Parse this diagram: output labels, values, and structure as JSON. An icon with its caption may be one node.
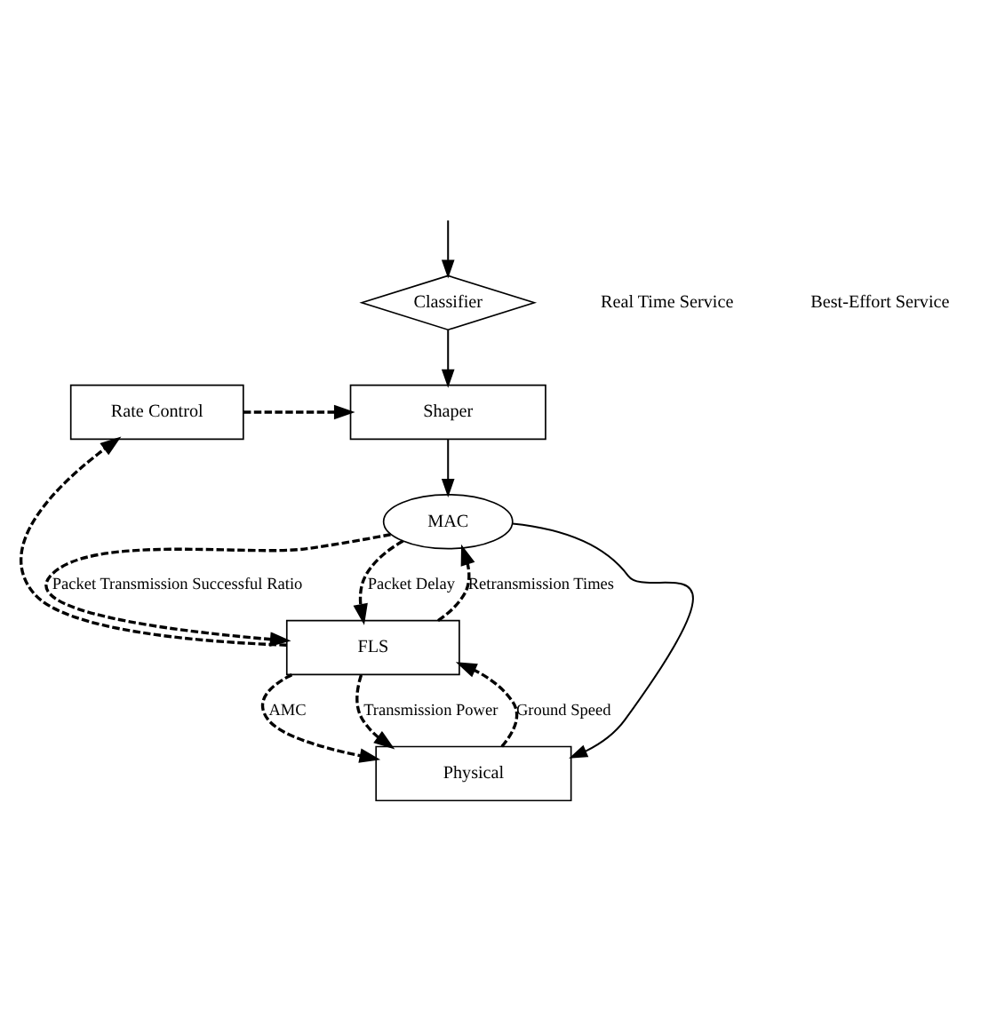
{
  "diagram": {
    "nodes": [
      {
        "text": [
          "Classifier"
        ]
      },
      {
        "text": [
          "Shaper"
        ]
      },
      {
        "text": [
          "Rate Control"
        ]
      },
      {
        "text": [
          "MAC"
        ]
      },
      {
        "text": [
          "FLS"
        ]
      },
      {
        "text": [
          "Physical"
        ]
      }
    ],
    "edges": [
      {
        "from": null,
        "to": 0,
        "arrow": "to"
      },
      {
        "from": 0,
        "to": 1,
        "arrow": "to"
      },
      {
        "from": 2,
        "to": 1,
        "arrow": "to",
        "style": "dashed"
      },
      {
        "from": 1,
        "to": 3,
        "arrow": "to"
      },
      {
        "from": 3,
        "to": 5,
        "arrow": "to"
      },
      {
        "from": 3,
        "to": 4,
        "arrow": "to",
        "style": "dashed",
        "label": "Packet Transmission Successful Ratio"
      },
      {
        "from": 3,
        "to": 4,
        "arrow": "to",
        "style": "dashed",
        "label": "Packet Delay"
      },
      {
        "from": 4,
        "to": 3,
        "arrow": "to",
        "style": "dashed",
        "label": "Retransmission Times"
      },
      {
        "from": 5,
        "to": 4,
        "arrow": "to",
        "style": "dashed",
        "label": "Ground Speed"
      },
      {
        "from": 4,
        "to": 5,
        "arrow": "to",
        "style": "dashed",
        "label": "AMC"
      },
      {
        "from": 4,
        "to": 5,
        "arrow": "to",
        "style": "dashed",
        "label": "Transmission Power"
      },
      {
        "from": 4,
        "to": 2,
        "arrow": "to",
        "style": "dashed"
      }
    ],
    "labels": [
      "Real Time Service",
      "Best-Effort Service"
    ]
  }
}
